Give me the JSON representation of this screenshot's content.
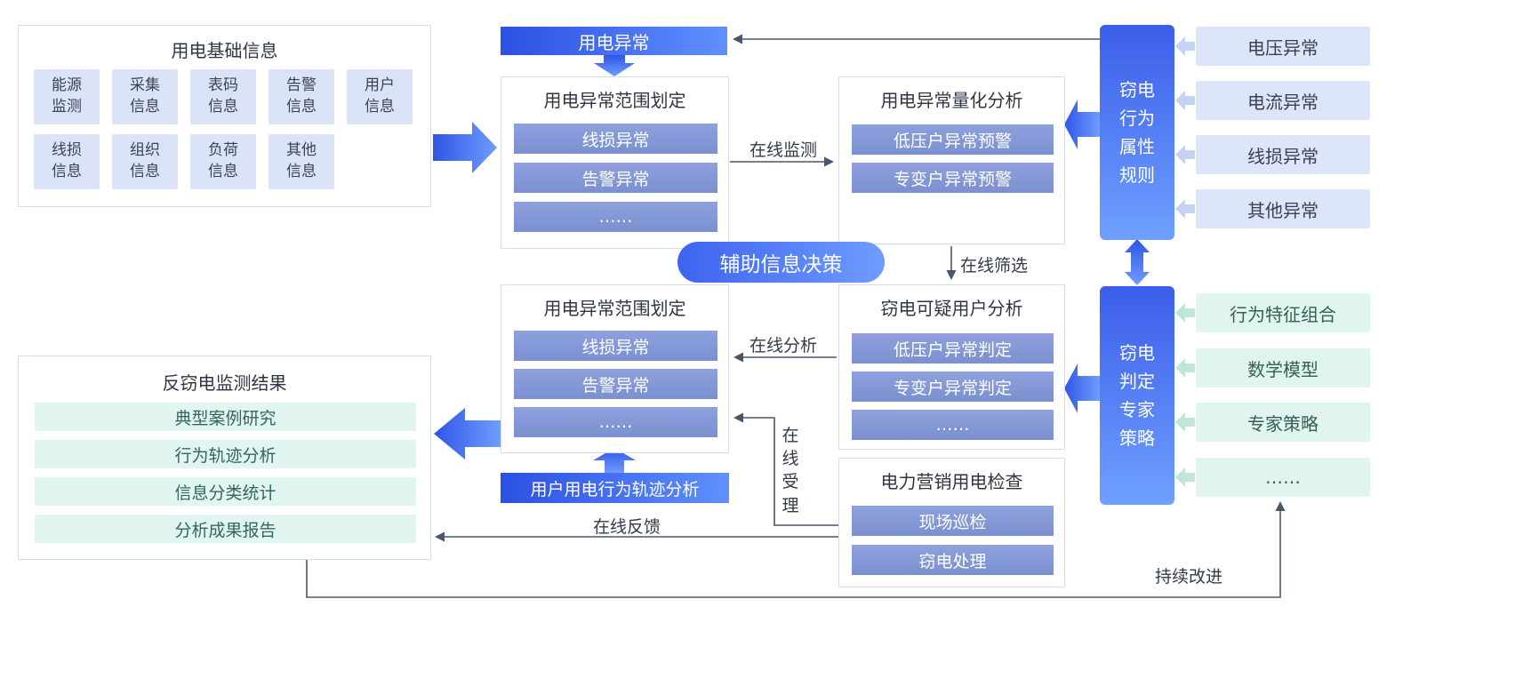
{
  "colors": {
    "primary_blue": "#3b5ee9",
    "gradient_blue_light": "#6fa0ff",
    "bar_blue": "#8297d4",
    "light_periwinkle": "#dde6f9",
    "light_cyan": "#e2f6f1",
    "line_gray": "#4a566b"
  },
  "basic_info": {
    "title": "用电基础信息",
    "row1": [
      "能源监测",
      "采集信息",
      "表码信息",
      "告警信息",
      "用户信息"
    ],
    "row2": [
      "线损信息",
      "组织信息",
      "负荷信息",
      "其他信息"
    ]
  },
  "banners": {
    "anomaly": "用电异常",
    "decision": "辅助信息决策",
    "trajectory": "用户用电行为轨迹分析"
  },
  "scope_top": {
    "title": "用电异常范围划定",
    "bars": [
      "线损异常",
      "告警异常",
      "……"
    ]
  },
  "quant": {
    "title": "用电异常量化分析",
    "bars": [
      "低压户异常预警",
      "专变户异常预警"
    ]
  },
  "suspect": {
    "title": "窃电可疑用户分析",
    "bars": [
      "低压户异常判定",
      "专变户异常判定",
      "……"
    ]
  },
  "scope_bottom": {
    "title": "用电异常范围划定",
    "bars": [
      "线损异常",
      "告警异常",
      "……"
    ]
  },
  "inspection": {
    "title": "电力营销用电检查",
    "bars": [
      "现场巡检",
      "窃电处理"
    ]
  },
  "results": {
    "title": "反窃电监测结果",
    "rows": [
      "典型案例研究",
      "行为轨迹分析",
      "信息分类统计",
      "分析成果报告"
    ]
  },
  "rules_column": "窃电行为属性规则",
  "strategy_column": "窃电判定专家策略",
  "anomaly_types": [
    "电压异常",
    "电流异常",
    "线损异常",
    "其他异常"
  ],
  "strategy_sources": [
    "行为特征组合",
    "数学模型",
    "专家策略",
    "……"
  ],
  "labels": {
    "online_monitoring": "在线监测",
    "online_screening": "在线筛选",
    "online_analysis": "在线分析",
    "online_acceptance": "在线受理",
    "online_feedback": "在线反馈",
    "continuous_improvement": "持续改进"
  }
}
